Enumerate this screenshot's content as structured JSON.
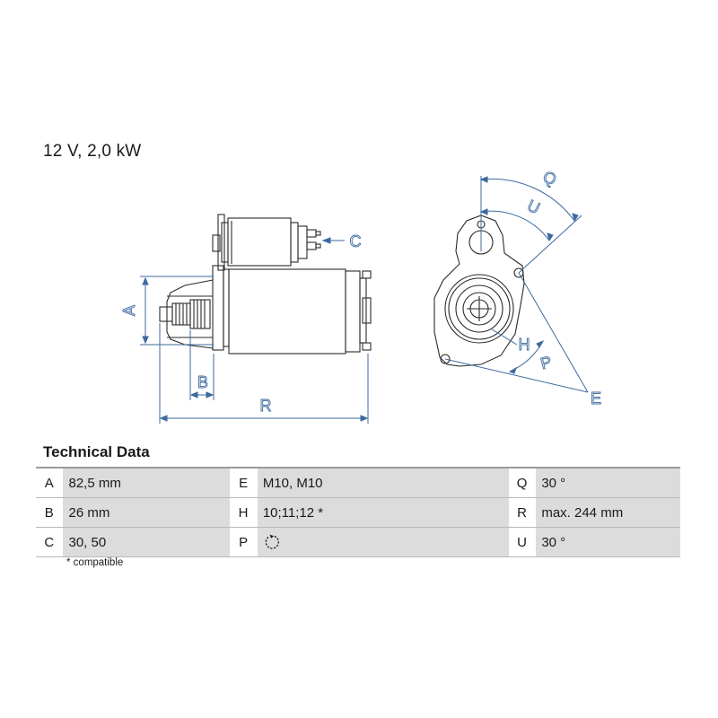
{
  "headline": "12 V, 2,0 kW",
  "drawing": {
    "labels": {
      "A": "A",
      "B": "B",
      "C": "C",
      "R": "R",
      "Q": "Q",
      "U": "U",
      "H": "H",
      "P": "P",
      "E": "E"
    },
    "accent_color": "#3d6a9e"
  },
  "technical_data": {
    "title": "Technical Data",
    "rows": [
      [
        {
          "key": "A",
          "value": "82,5 mm"
        },
        {
          "key": "E",
          "value": "M10, M10"
        },
        {
          "key": "Q",
          "value": "30 °"
        }
      ],
      [
        {
          "key": "B",
          "value": "26 mm"
        },
        {
          "key": "H",
          "value": "10;11;12 *"
        },
        {
          "key": "R",
          "value": "max. 244 mm"
        }
      ],
      [
        {
          "key": "C",
          "value": "30, 50"
        },
        {
          "key": "P",
          "value": "",
          "icon": "counterclockwise-rotation-icon"
        },
        {
          "key": "U",
          "value": "30 °"
        }
      ]
    ],
    "footnote": "* compatible"
  }
}
